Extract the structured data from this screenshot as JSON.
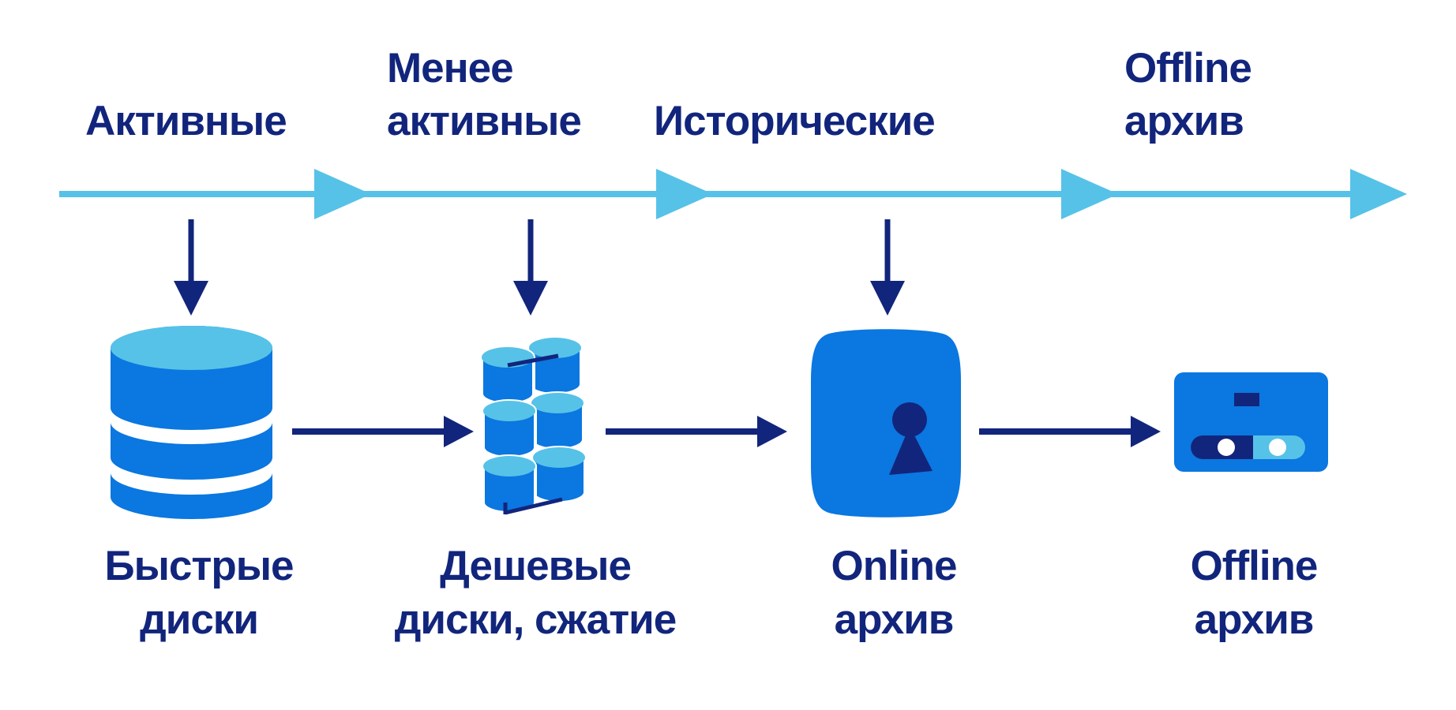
{
  "title": "Data lifecycle storage tiers diagram",
  "colors": {
    "navy": "#12257C",
    "blue": "#0B77E0",
    "light_blue": "#56C2E8",
    "white": "#FFFFFF"
  },
  "timeline": {
    "direction": "left-to-right",
    "stages": [
      {
        "label": "Активные"
      },
      {
        "label": "Менее\nактивные"
      },
      {
        "label": "Исторические"
      },
      {
        "label": "Offline\nархив"
      }
    ]
  },
  "tiers": [
    {
      "title": "Быстрые\nдиски",
      "icon": "database-icon"
    },
    {
      "title": "Дешевые\nдиски, сжатие",
      "icon": "disk-stack-icon"
    },
    {
      "title": "Online\nархив",
      "icon": "online-archive-icon"
    },
    {
      "title": "Offline\nархив",
      "icon": "tape-cartridge-icon"
    }
  ]
}
